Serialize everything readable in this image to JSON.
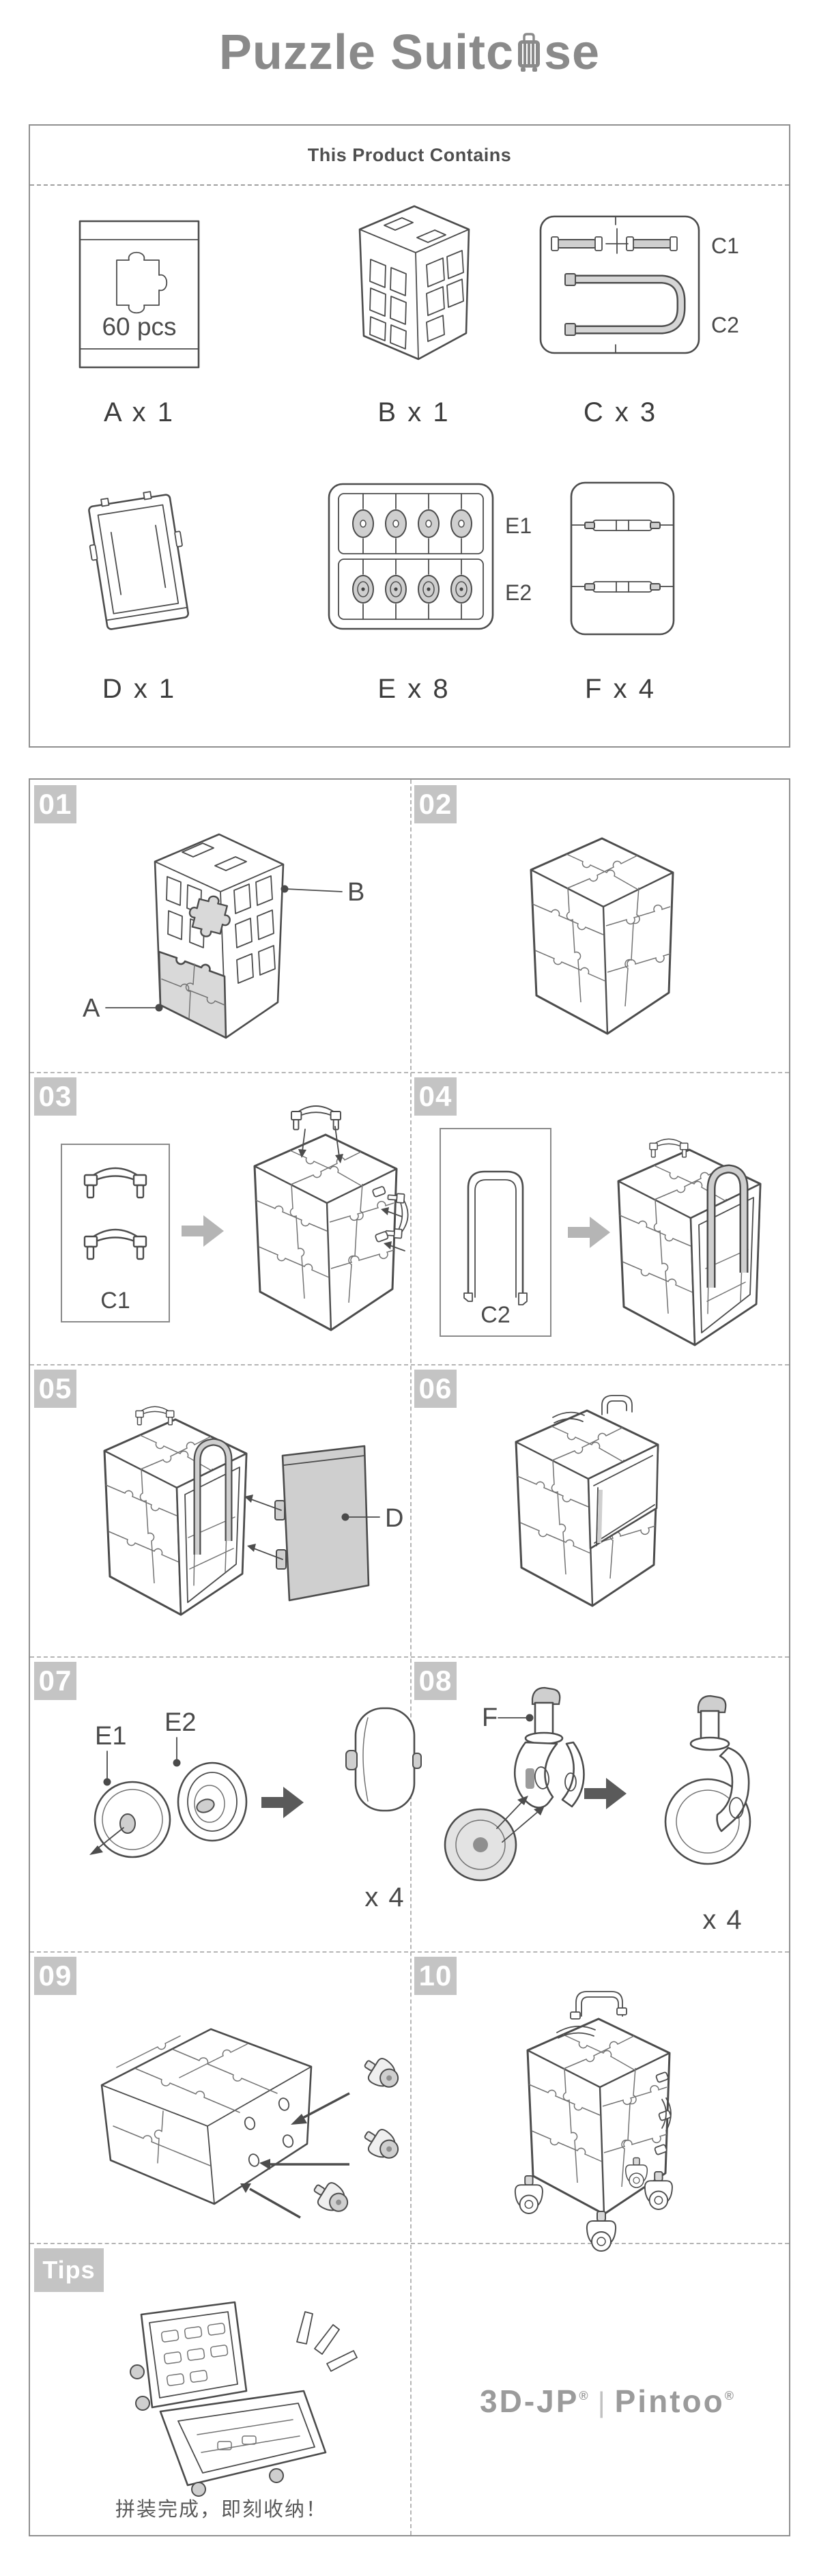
{
  "title": {
    "text": "Puzzle Suitcase",
    "display_before": "Puzzle Suitc",
    "display_after": "se"
  },
  "contains": {
    "heading": "This Product Contains",
    "parts": [
      {
        "id": "A",
        "label": "A x 1",
        "pieces_note": "60 pcs"
      },
      {
        "id": "B",
        "label": "B x 1"
      },
      {
        "id": "C",
        "label": "C x 3",
        "sublabels": [
          "C1",
          "C2"
        ]
      },
      {
        "id": "D",
        "label": "D x 1"
      },
      {
        "id": "E",
        "label": "E x 8",
        "sublabels": [
          "E1",
          "E2"
        ]
      },
      {
        "id": "F",
        "label": "F x 4"
      }
    ]
  },
  "steps": [
    {
      "num": "01",
      "callouts": [
        "A",
        "B"
      ]
    },
    {
      "num": "02"
    },
    {
      "num": "03",
      "box_label": "C1"
    },
    {
      "num": "04",
      "box_label": "C2"
    },
    {
      "num": "05",
      "callout": "D"
    },
    {
      "num": "06"
    },
    {
      "num": "07",
      "callouts": [
        "E1",
        "E2"
      ],
      "count": "x 4"
    },
    {
      "num": "08",
      "callout": "F",
      "count": "x 4"
    },
    {
      "num": "09"
    },
    {
      "num": "10"
    }
  ],
  "tips": {
    "badge": "Tips",
    "caption": "拼装完成，即刻收纳！"
  },
  "branding": {
    "brand_left": "3D-JP",
    "brand_left_mark": "®",
    "separator": "|",
    "brand_right": "Pintoo",
    "brand_right_mark": "®"
  },
  "colors": {
    "line": "#4c4c4c",
    "gray_fill": "#d9d9d9",
    "badge_bg": "#c4c4c4",
    "title_gray": "#8a8a8a"
  }
}
